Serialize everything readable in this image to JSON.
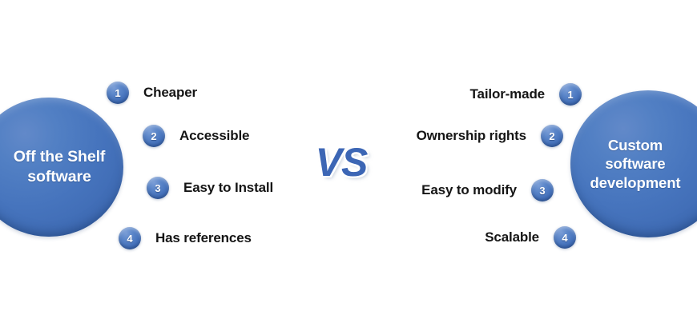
{
  "diagram": {
    "title": "Off the Shelf software vs Custom software development",
    "background_color": "#ffffff",
    "accent_color": "#4674bd",
    "text_color": "#151515",
    "versus_label": "VS",
    "left": {
      "circle_label": "Off the Shelf\nsoftware",
      "items": [
        {
          "number": "1",
          "label": "Cheaper"
        },
        {
          "number": "2",
          "label": "Accessible"
        },
        {
          "number": "3",
          "label": "Easy to Install"
        },
        {
          "number": "4",
          "label": "Has references"
        }
      ]
    },
    "right": {
      "circle_label": "Custom\nsoftware\ndevelopment",
      "items": [
        {
          "number": "1",
          "label": "Tailor-made"
        },
        {
          "number": "2",
          "label": "Ownership rights"
        },
        {
          "number": "3",
          "label": "Easy to modify"
        },
        {
          "number": "4",
          "label": "Scalable"
        }
      ]
    }
  }
}
